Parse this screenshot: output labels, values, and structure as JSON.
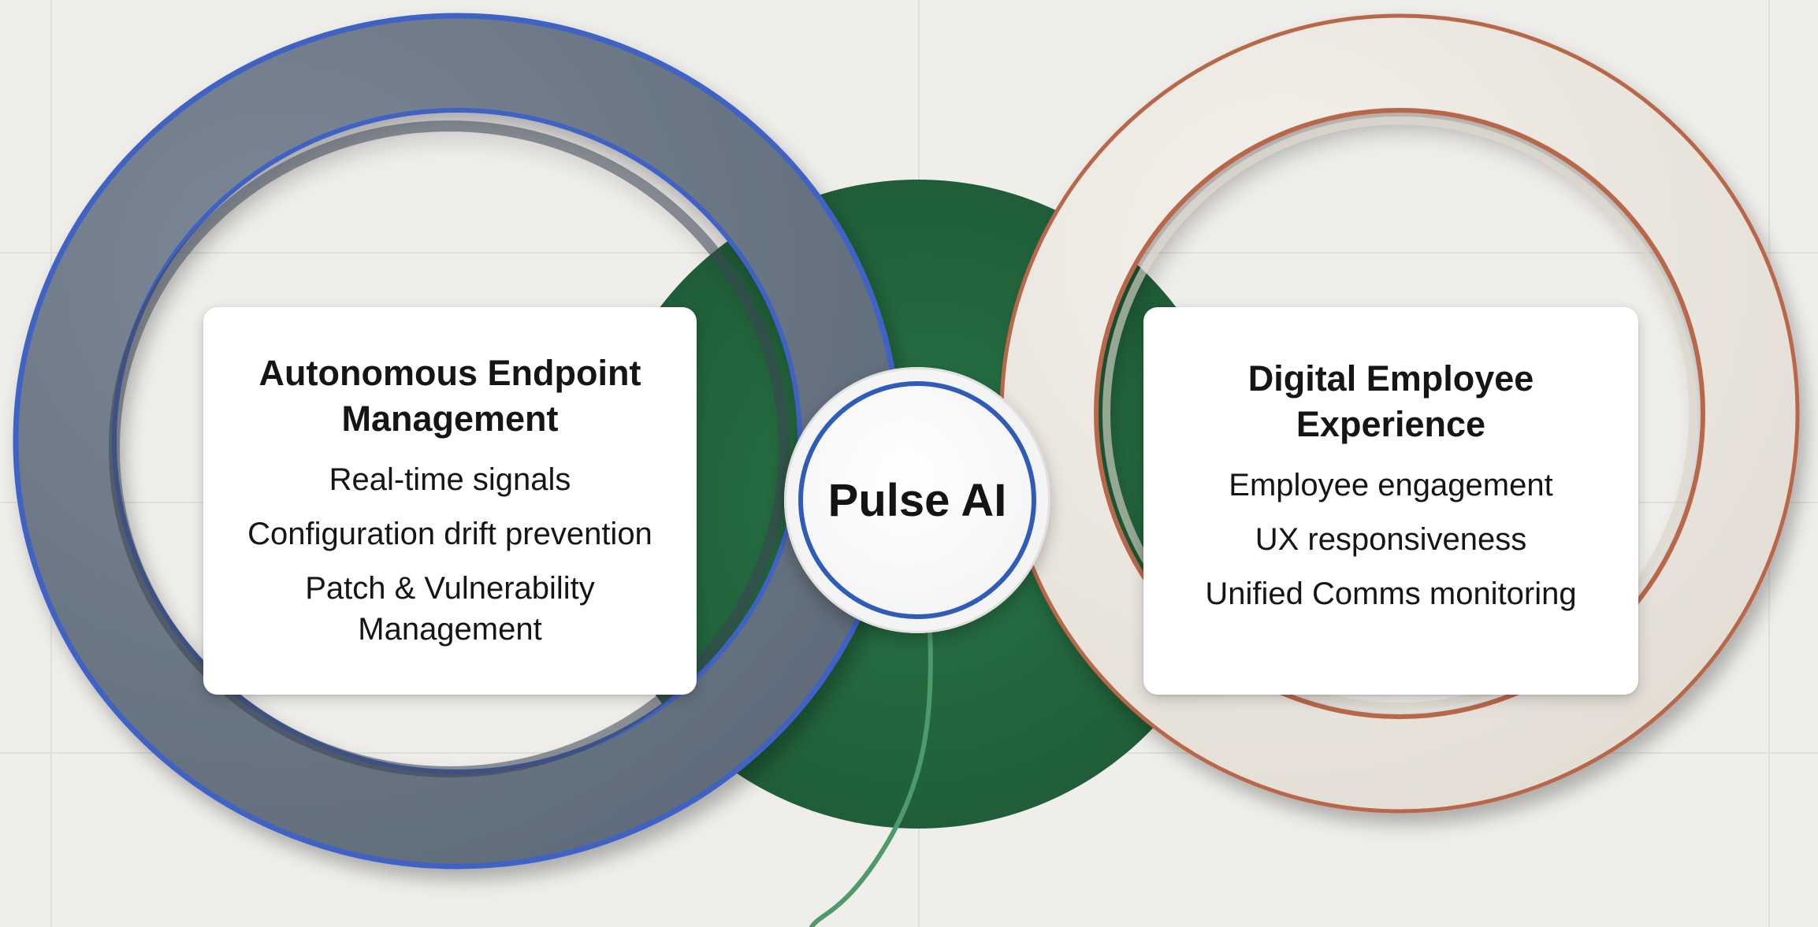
{
  "colors": {
    "background": "#efeeeb",
    "left_ring_fill": "#6e7a88",
    "left_ring_edge": "#3f62c4",
    "right_ring_fill": "#eae5dd",
    "right_ring_edge": "#b8684a",
    "center_disc": "#24663f",
    "connector_line": "#4f9a6d",
    "hub_ring": "#2e5cb8"
  },
  "left_card": {
    "title": "Autonomous Endpoint Management",
    "items": [
      "Real-time signals",
      "Configuration drift prevention",
      "Patch & Vulnerability Management"
    ]
  },
  "hub": {
    "label": "Pulse AI"
  },
  "right_card": {
    "title": "Digital Employee Experience",
    "items": [
      "Employee engagement",
      "UX responsiveness",
      "Unified Comms monitoring"
    ]
  }
}
